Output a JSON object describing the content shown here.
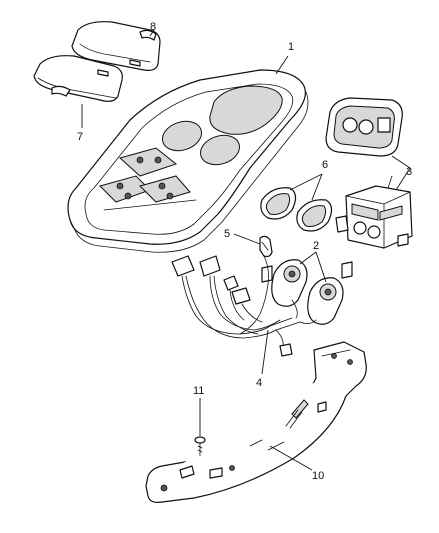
{
  "callouts": {
    "c1": "1",
    "c2": "2",
    "c3": "3",
    "c4": "4",
    "c5": "5",
    "c6": "6",
    "c7": "7",
    "c8": "8",
    "c10": "10",
    "c11": "11"
  }
}
